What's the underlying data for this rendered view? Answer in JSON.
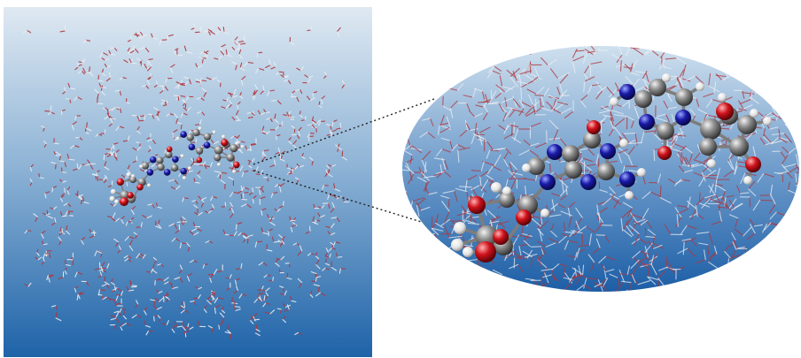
{
  "figure": {
    "panels": [
      {
        "id": "left",
        "content": "solvated-molecule-box"
      },
      {
        "id": "right",
        "content": "zoomed-molecule-ellipse"
      }
    ],
    "connector": {
      "style": "dotted",
      "color": "#222222"
    }
  },
  "colors": {
    "background_top": "#dfe9f2",
    "background_bottom": "#1e63a8",
    "water_oxygen": "#b0353c",
    "water_hydrogen": "#e8eef3",
    "carbon": "#8a8a8a",
    "nitrogen": "#1a1aa8",
    "oxygen": "#d0121b",
    "hydrogen": "#ffffff",
    "bond": "#7d7d7d"
  },
  "icons": {
    "atom-carbon": "gray-sphere",
    "atom-nitrogen": "blue-sphere",
    "atom-oxygen": "red-sphere",
    "atom-hydrogen": "white-sphere",
    "water": "red-white-stick"
  }
}
